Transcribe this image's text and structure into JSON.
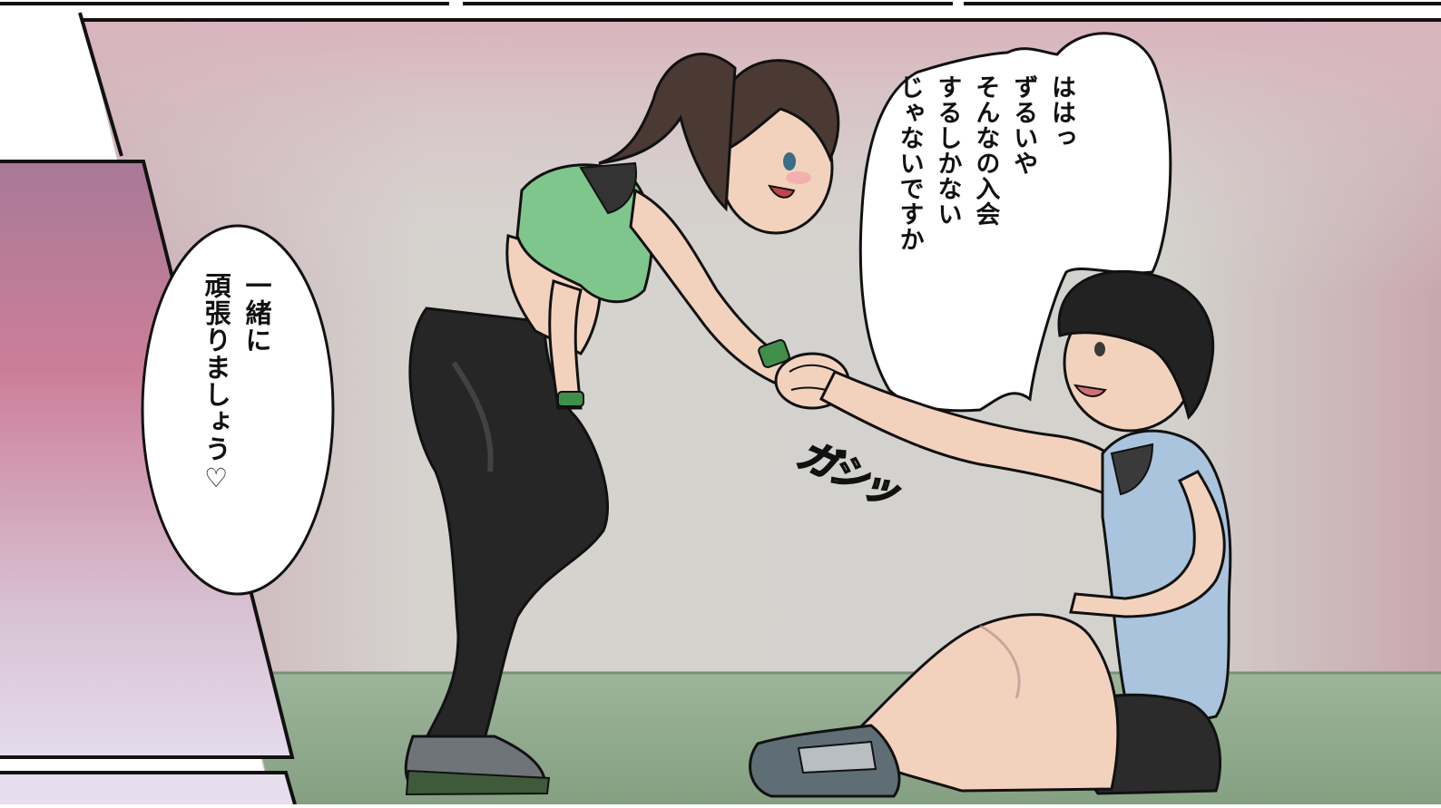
{
  "panel": {
    "speech_right_lines": [
      "ははっ",
      "ずるいや",
      "そんなの入会",
      "するしかない",
      "じゃないですか"
    ],
    "speech_left_lines": [
      "一緒に",
      "頑張りましょう♡"
    ],
    "sound_effect": "ガシッ"
  },
  "colors": {
    "wall": "#d4d4d0",
    "floor": "#8fa88c",
    "left_panel_pink": "#cc7d97",
    "left_panel_lavender": "#e2d5e9",
    "ink": "#111111",
    "woman_top": "#7fc68c",
    "woman_leggings": "#252525",
    "man_tank_top": "#a9c4dc",
    "skin": "#f3d2bd",
    "hair_woman": "#4a3a33",
    "hair_man": "#222222"
  },
  "icons": [
    "heart-icon"
  ]
}
